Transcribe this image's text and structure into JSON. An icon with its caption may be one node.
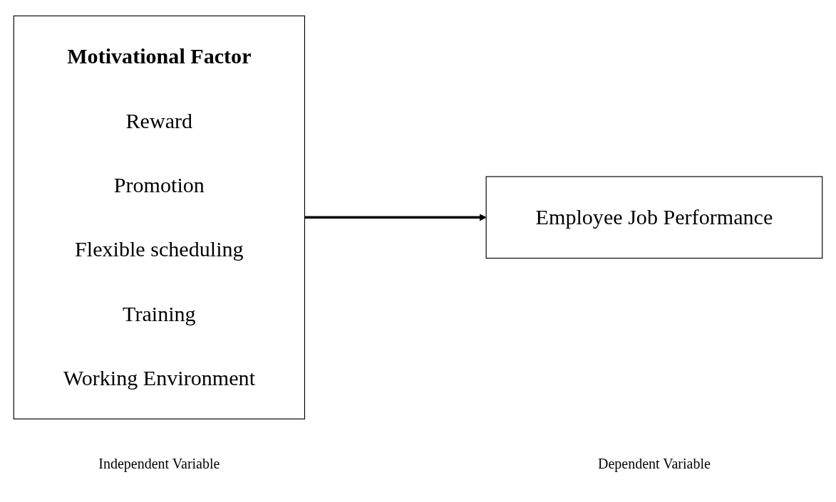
{
  "diagram": {
    "nodes": [
      {
        "text": [
          "Motivational Factor",
          "Reward",
          "Promotion",
          "Flexible scheduling",
          "Training",
          "Working Environment"
        ]
      },
      {
        "text": [
          "Employee Job Performance"
        ]
      }
    ],
    "edges": [
      {
        "from": 0,
        "to": 1,
        "arrow": "to"
      }
    ],
    "labels": [
      "Independent Variable",
      "Dependent Variable"
    ]
  }
}
